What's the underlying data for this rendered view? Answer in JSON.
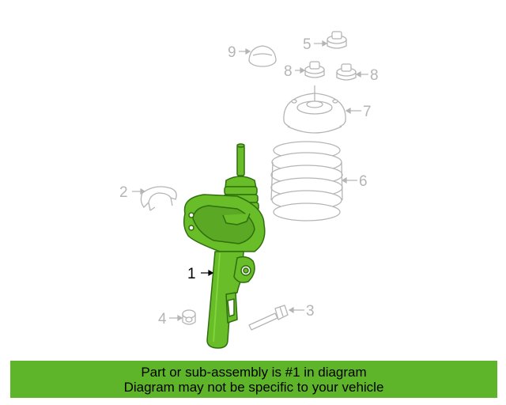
{
  "colors": {
    "highlight": "#69bd28",
    "highlight_dark": "#2f6f0e",
    "faded": "#b5b5b5",
    "banner": "#5fb52a"
  },
  "callouts": [
    {
      "id": "1",
      "label": "1",
      "active": true
    },
    {
      "id": "2",
      "label": "2",
      "active": false
    },
    {
      "id": "3",
      "label": "3",
      "active": false
    },
    {
      "id": "4",
      "label": "4",
      "active": false
    },
    {
      "id": "5",
      "label": "5",
      "active": false
    },
    {
      "id": "6",
      "label": "6",
      "active": false
    },
    {
      "id": "7",
      "label": "7",
      "active": false
    },
    {
      "id": "8a",
      "label": "8",
      "active": false
    },
    {
      "id": "8b",
      "label": "8",
      "active": false
    },
    {
      "id": "9",
      "label": "9",
      "active": false
    }
  ],
  "banner": {
    "line1": "Part or sub-assembly is #1 in diagram",
    "line2": "Diagram may not be specific to your vehicle"
  }
}
